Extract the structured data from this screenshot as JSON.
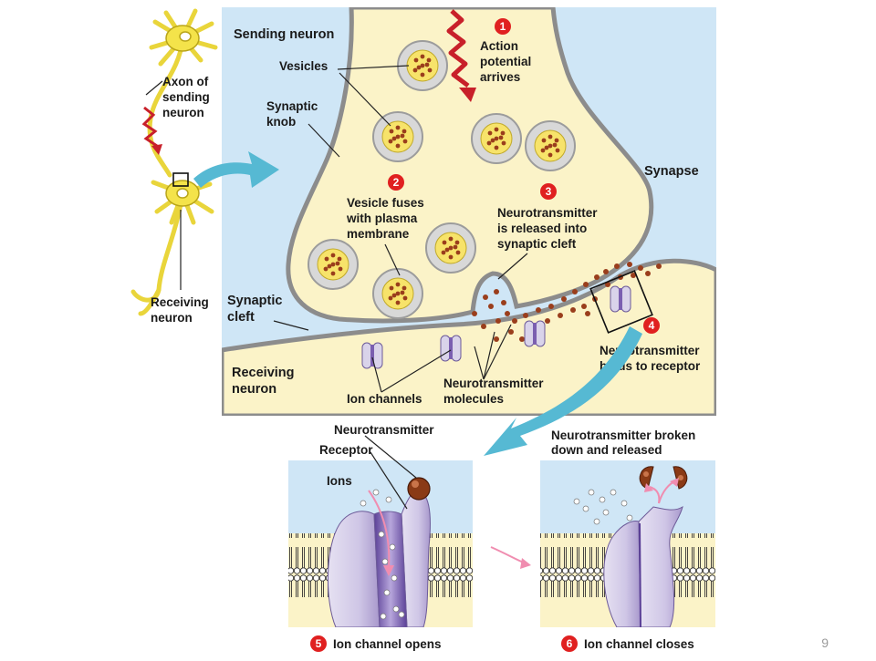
{
  "labels": {
    "sending_neuron": "Sending neuron",
    "vesicles": "Vesicles",
    "axon_of_sending_neuron": [
      "Axon of",
      "sending",
      "neuron"
    ],
    "synaptic_knob": [
      "Synaptic",
      "knob"
    ],
    "action_potential": [
      "Action",
      "potential",
      "arrives"
    ],
    "synapse": "Synapse",
    "vesicle_fuses": [
      "Vesicle fuses",
      "with plasma",
      "membrane"
    ],
    "nt_released": [
      "Neurotransmitter",
      "is released into",
      "synaptic cleft"
    ],
    "receiving_neuron_left": [
      "Receiving",
      "neuron"
    ],
    "synaptic_cleft": [
      "Synaptic",
      "cleft"
    ],
    "receiving_neuron_box": [
      "Receiving",
      "neuron"
    ],
    "ion_channels": "Ion channels",
    "nt_molecules": [
      "Neurotransmitter",
      "molecules"
    ],
    "nt_binds": [
      "Neurotransmitter",
      "binds to receptor"
    ],
    "neurotransmitter": "Neurotransmitter",
    "receptor": "Receptor",
    "ions": "Ions",
    "nt_broken": [
      "Neurotransmitter broken",
      "down and released"
    ],
    "ion_channel_opens": "Ion channel opens",
    "ion_channel_closes": "Ion channel closes"
  },
  "steps": [
    "1",
    "2",
    "3",
    "4",
    "5",
    "6"
  ],
  "slide_number": "9",
  "colors": {
    "extracellular": "#cfe6f6",
    "cytoplasm": "#fbf3c8",
    "membrane": "#8c8c8c",
    "vesicle_fill": "#d8d8d8",
    "vesicle_core": "#f7e36a",
    "molecule": "#9a3e1c",
    "step_badge": "#e02020",
    "arrow": "#56b9d3",
    "neuron": "#f4e34a",
    "channel": "#d9d3ea",
    "channel_dark": "#7b5fb0",
    "signal_arrow": "#c8202a",
    "ion_arrow": "#f08db0"
  }
}
